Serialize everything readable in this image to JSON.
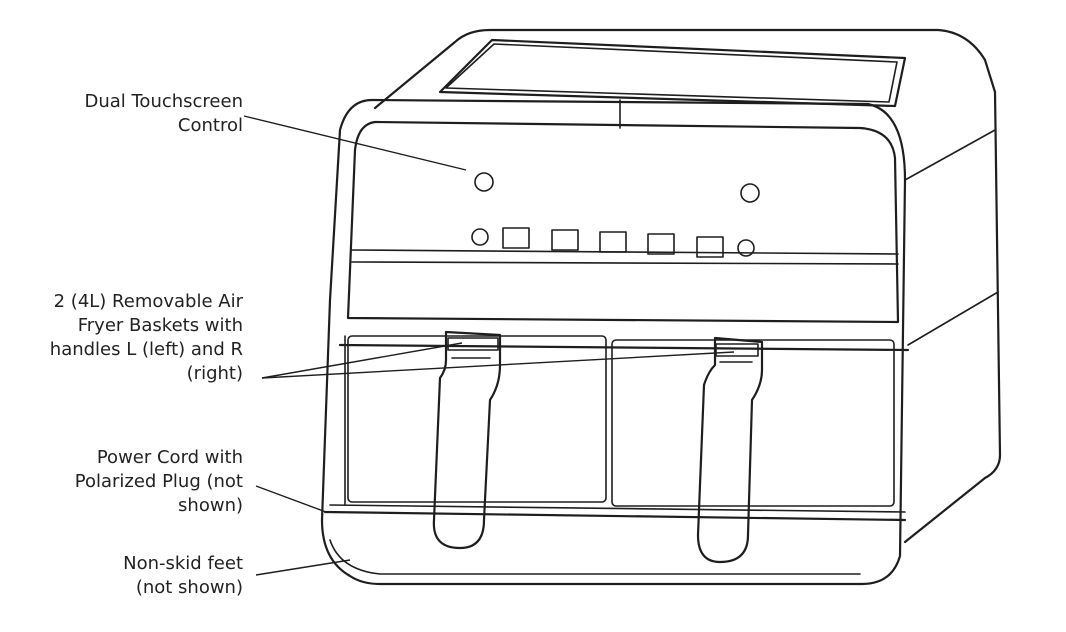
{
  "callouts": {
    "touchscreen": [
      "Dual Touchscreen",
      "Control"
    ],
    "baskets": [
      "2 (4L) Removable Air",
      "Fryer Baskets with",
      "handles L (left) and R",
      "(right)"
    ],
    "power_cord": [
      "Power Cord with",
      "Polarized Plug (not",
      "shown)"
    ],
    "feet": [
      "Non-skid feet",
      "(not shown)"
    ]
  },
  "style": {
    "line_color": "#1e1e1e",
    "text_color": "#222222",
    "background": "#ffffff"
  }
}
